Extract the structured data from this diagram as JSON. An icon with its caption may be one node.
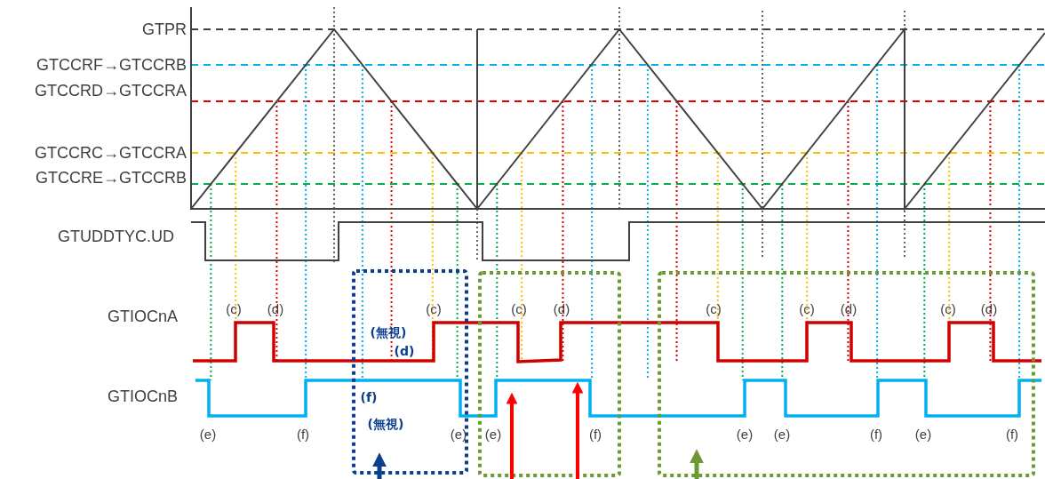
{
  "diagram": {
    "labels": [
      "GTPR",
      "GTCCRF→GTCCRB",
      "GTCCRD→GTCCRA",
      "GTCCRC→GTCCRA",
      "GTCCRE→GTCCRB",
      "GTUDDTYC.UD",
      "GTIOCnA",
      "GTIOCnB",
      "(c)",
      "(d)",
      "(c)",
      "(c)",
      "(d)",
      "(c)",
      "(c)",
      "(d)",
      "(c)",
      "(d)",
      "(e)",
      "(f)",
      "(e)",
      "(e)",
      "(f)",
      "(e)",
      "(e)",
      "(f)",
      "(e)",
      "(f)",
      "(無視)",
      "(d)",
      "(f)",
      "(無視)"
    ]
  }
}
